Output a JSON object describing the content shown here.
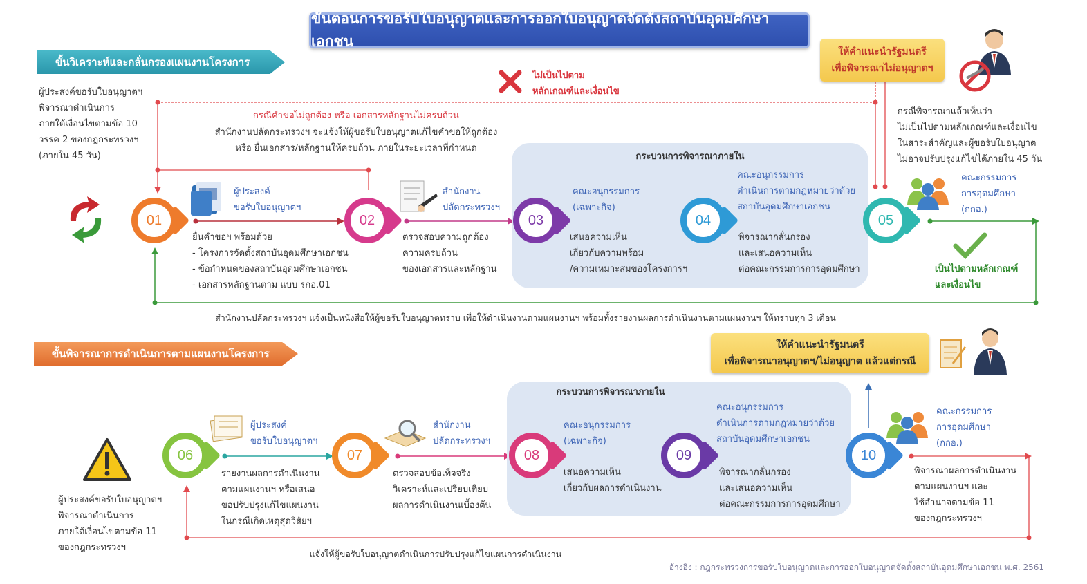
{
  "title": "ขั้นตอนการขอรับใบอนุญาตและการออกใบอนุญาตจัดตั้งสถาบันอุดมศึกษาเอกชน",
  "phase1": {
    "label": "ขั้นวิเคราะห์และกลั่นกรองแผนงานโครงการ",
    "intro": [
      "ผู้ประสงค์ขอรับใบอนุญาตฯ",
      "พิจารณาดำเนินการ",
      "ภายใต้เงื่อนไขตามข้อ 10",
      "วรรค 2 ของกฎกระทรวงฯ",
      "(ภายใน 45 วัน)"
    ],
    "reject_label": [
      "ไม่เป็นไปตาม",
      "หลักเกณฑ์และเงื่อนไข"
    ],
    "incomplete_title": "กรณีคำขอไม่ถูกต้อง หรือ เอกสารหลักฐานไม่ครบถ้วน",
    "incomplete_text": [
      "สำนักงานปลัดกระทรวงฯ จะแจ้งให้ผู้ขอรับใบอนุญาตแก้ไขคำขอให้ถูกต้อง",
      "หรือ ยื่นเอกสาร/หลักฐานให้ครบถ้วน ภายในระยะเวลาที่กำหนด"
    ],
    "advice_box": [
      "ให้คำแนะนำรัฐมนตรี",
      "เพื่อพิจารณาไม่อนุญาตฯ"
    ],
    "right_note": [
      "กรณีพิจารณาแล้วเห็นว่า",
      "ไม่เป็นไปตามหลักเกณฑ์และเงื่อนไข",
      "ในสาระสำคัญและผู้ขอรับใบอนุญาต",
      "ไม่อาจปรับปรุงแก้ไขได้ภายใน 45 วัน"
    ],
    "internal_title": "กระบวนการพิจารณาภายใน",
    "steps": [
      {
        "num": "01",
        "actor": [
          "ผู้ประสงค์",
          "ขอรับใบอนุญาตฯ"
        ],
        "desc": [
          "ยื่นคำขอฯ พร้อมด้วย",
          "- โครงการจัดตั้งสถาบันอุดมศึกษาเอกชน",
          "- ข้อกำหนดของสถาบันอุดมศึกษาเอกชน",
          "- เอกสารหลักฐานตาม แบบ รกอ.01"
        ]
      },
      {
        "num": "02",
        "actor": [
          "สำนักงาน",
          "ปลัดกระทรวงฯ"
        ],
        "desc": [
          "ตรวจสอบความถูกต้อง",
          "ความครบถ้วน",
          "ของเอกสารและหลักฐาน"
        ]
      },
      {
        "num": "03",
        "actor": [
          "คณะอนุกรรมการ",
          "(เฉพาะกิจ)"
        ],
        "desc": [
          "เสนอความเห็น",
          "เกี่ยวกับความพร้อม",
          "/ความเหมาะสมของโครงการฯ"
        ]
      },
      {
        "num": "04",
        "actor": [
          "คณะอนุกรรมการ",
          "ดำเนินการตามกฎหมายว่าด้วย",
          "สถาบันอุดมศึกษาเอกชน"
        ],
        "desc": [
          "พิจารณากลั่นกรอง",
          "และเสนอความเห็น",
          "ต่อคณะกรรมการการอุดมศึกษา"
        ]
      },
      {
        "num": "05",
        "actor": [
          "คณะกรรมการ",
          "การอุดมศึกษา",
          "(กกอ.)"
        ],
        "desc": []
      }
    ],
    "approve_label": [
      "เป็นไปตามหลักเกณฑ์",
      "และเงื่อนไข"
    ],
    "bottom_note": "สำนักงานปลัดกระทรวงฯ แจ้งเป็นหนังสือให้ผู้ขอรับใบอนุญาตทราบ เพื่อให้ดำเนินงานตามแผนงานฯ พร้อมทั้งรายงานผลการดำเนินงานตามแผนงานฯ ให้ทราบทุก 3 เดือน"
  },
  "phase2": {
    "label": "ขั้นพิจารณาการดำเนินการตามแผนงานโครงการ",
    "advice_box": [
      "ให้คำแนะนำรัฐมนตรี",
      "เพื่อพิจารณาอนุญาตฯ/ไม่อนุญาต แล้วแต่กรณี"
    ],
    "intro": [
      "ผู้ประสงค์ขอรับใบอนุญาตฯ",
      "พิจารณาดำเนินการ",
      "ภายใต้เงื่อนไขตามข้อ 11",
      "ของกฎกระทรวงฯ"
    ],
    "internal_title": "กระบวนการพิจารณาภายใน",
    "steps": [
      {
        "num": "06",
        "actor": [
          "ผู้ประสงค์",
          "ขอรับใบอนุญาตฯ"
        ],
        "desc": [
          "รายงานผลการดำเนินงาน",
          "ตามแผนงานฯ หรือเสนอ",
          "ขอปรับปรุงแก้ไขแผนงาน",
          "ในกรณีเกิดเหตุสุดวิสัยฯ"
        ]
      },
      {
        "num": "07",
        "actor": [
          "สำนักงาน",
          "ปลัดกระทรวงฯ"
        ],
        "desc": [
          "ตรวจสอบข้อเท็จจริง",
          "วิเคราะห์และเปรียบเทียบ",
          "ผลการดำเนินงานเบื้องต้น"
        ]
      },
      {
        "num": "08",
        "actor": [
          "คณะอนุกรรมการ",
          "(เฉพาะกิจ)"
        ],
        "desc": [
          "เสนอความเห็น",
          "เกี่ยวกับผลการดำเนินงาน"
        ]
      },
      {
        "num": "09",
        "actor": [
          "คณะอนุกรรมการ",
          "ดำเนินการตามกฎหมายว่าด้วย",
          "สถาบันอุดมศึกษาเอกชน"
        ],
        "desc": [
          "พิจารณากลั่นกรอง",
          "และเสนอความเห็น",
          "ต่อคณะกรรมการการอุดมศึกษา"
        ]
      },
      {
        "num": "10",
        "actor": [
          "คณะกรรมการ",
          "การอุดมศึกษา",
          "(กกอ.)"
        ],
        "desc": [
          "พิจารณาผลการดำเนินงาน",
          "ตามแผนงานฯ และ",
          "ใช้อำนาจตามข้อ 11",
          "ของกฎกระทรวงฯ"
        ]
      }
    ],
    "bottom_note": "แจ้งให้ผู้ขอรับใบอนุญาตดำเนินการปรับปรุงแก้ไขแผนการดำเนินงาน"
  },
  "reference": "อ้างอิง : กฎกระทรวงการขอรับใบอนุญาตและการออกใบอนุญาตจัดตั้งสถาบันอุดมศึกษาเอกชน พ.ศ. 2561",
  "colors": {
    "s01": "#ee7b2c",
    "s02": "#d63a8c",
    "s03": "#7d3aa8",
    "s04": "#2e9ad6",
    "s05": "#2fb8b0",
    "s06": "#86c440",
    "s07": "#f08a2a",
    "s08": "#d93a7a",
    "s09": "#6a3aa6",
    "s10": "#3a86d6",
    "red_line": "#e14a4e",
    "green_line": "#3b9a3b"
  }
}
